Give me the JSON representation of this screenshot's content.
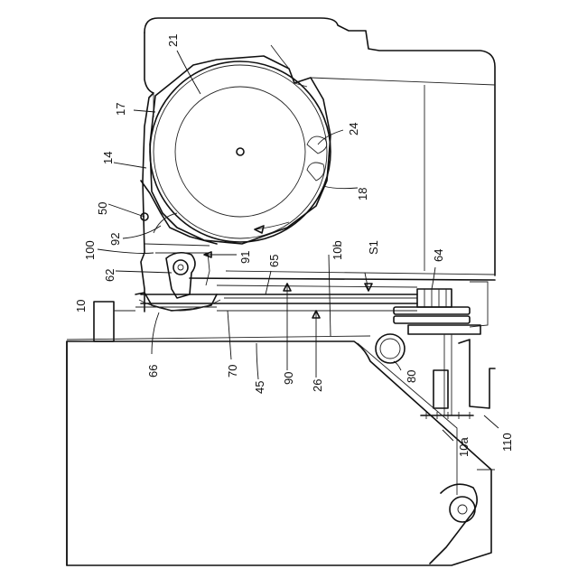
{
  "figure": {
    "reference_numerals": [
      "21",
      "17",
      "14",
      "24",
      "18",
      "50",
      "92",
      "100",
      "62",
      "91",
      "65",
      "10b",
      "S1",
      "64",
      "10",
      "66",
      "70",
      "45",
      "90",
      "26",
      "80",
      "110",
      "10a"
    ]
  }
}
